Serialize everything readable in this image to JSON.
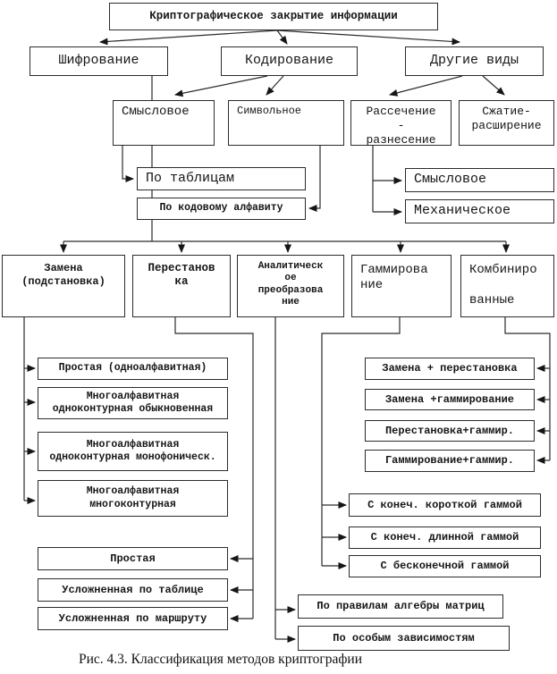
{
  "diagram": {
    "root": "Криптографическое закрытие информации",
    "level1": {
      "encryption": "Шифрование",
      "coding": "Кодирование",
      "other_kinds": "Другие виды"
    },
    "coding_branch": {
      "semantic": "Смысловое",
      "symbolic": "Символьное",
      "by_tables": "По таблицам",
      "by_code_alphabet": "По кодовому алфавиту"
    },
    "other_branch": {
      "cut_spread": "Рассечение\n-\nразнесение",
      "compress_expand": "Сжатие-\nрасширение",
      "semantic": "Смысловое",
      "mechanical": "Механическое"
    },
    "encryption_methods": {
      "substitution": "Замена\n(подстановка)",
      "permutation": "Перестанов\nка",
      "analytic": "Аналитическ\nое\nпреобразова\nние",
      "gamming": "Гаммирова\nние",
      "combined": "Комбиниро\n\nванные"
    },
    "substitution_types": [
      "Простая (одноалфавитная)",
      "Многоалфавитная\nодноконтурная обыкновенная",
      "Многоалфавитная\nодноконтурная монофоническ.",
      "Многоалфавитная\nмногоконтурная"
    ],
    "permutation_types": [
      "Простая",
      "Усложненная по таблице",
      "Усложненная по маршруту"
    ],
    "combined_types": [
      "Замена + перестановка",
      "Замена +гаммирование",
      "Перестановка+гаммир.",
      "Гаммирование+гаммир."
    ],
    "gamming_types": [
      "С конеч. короткой гаммой",
      "С конеч. длинной гаммой",
      "С бесконечной гаммой"
    ],
    "analytic_types": [
      "По правилам алгебры матриц",
      "По особым зависимостям"
    ],
    "caption": "Рис. 4.3. Классификация методов криптографии"
  }
}
